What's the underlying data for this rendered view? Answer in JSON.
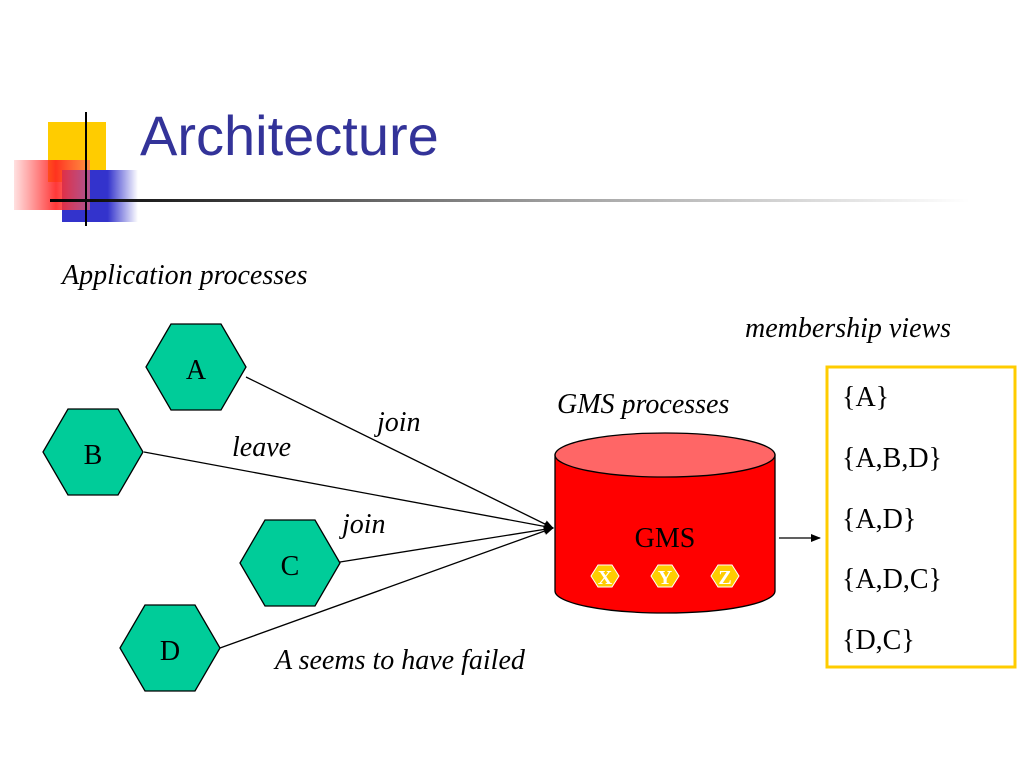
{
  "slide": {
    "title": "Architecture"
  },
  "labels": {
    "application_processes": "Application processes",
    "gms_processes": "GMS processes",
    "membership_views_heading": "membership views",
    "failure_note": "A seems to have failed"
  },
  "processes": [
    {
      "id": "a",
      "label": "A"
    },
    {
      "id": "b",
      "label": "B"
    },
    {
      "id": "c",
      "label": "C"
    },
    {
      "id": "d",
      "label": "D"
    }
  ],
  "edges": [
    {
      "from": "A",
      "label": "join"
    },
    {
      "from": "B",
      "label": "leave"
    },
    {
      "from": "C",
      "label": "join"
    },
    {
      "from": "D",
      "label": ""
    }
  ],
  "gms": {
    "label": "GMS",
    "members": [
      "X",
      "Y",
      "Z"
    ]
  },
  "membership_views": [
    "{A}",
    "{A,B,D}",
    "{A,D}",
    "{A,D,C}",
    "{D,C}"
  ],
  "colors": {
    "title": "#333399",
    "hexagon_fill": "#00CC99",
    "cylinder_body": "#FF0000",
    "cylinder_top": "#FF6666",
    "member_fill": "#FFCC00",
    "views_border": "#FFCC00"
  }
}
